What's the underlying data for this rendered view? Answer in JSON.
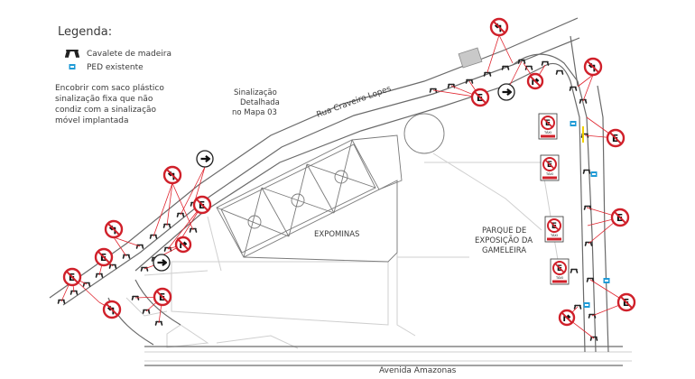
{
  "legend": {
    "title": "Legenda:",
    "items": [
      {
        "label": "Cavalete de madeira",
        "icon": "sawhorse-icon"
      },
      {
        "label": "PED existente",
        "icon": "ped-icon"
      }
    ]
  },
  "note": {
    "lines": [
      "Encobrir com saco plástico",
      "sinalização fixa que não",
      "condiz com a sinalização",
      "móvel implantada"
    ]
  },
  "labels": {
    "sinalizacao": [
      "Sinalização",
      "Detalhada",
      "no Mapa 03"
    ],
    "road_north": "Rua Craveiro Lopes",
    "road_south": "Avenida Amazonas",
    "expominas": "EXPOMINAS",
    "parque": [
      "PARQUE DE",
      "EXPOSIÇÃO DA",
      "GAMELEIRA"
    ]
  },
  "sign_text": {
    "parking_letter": "E",
    "panel_text": "TÁXI"
  },
  "colors": {
    "sign_red": "#d0202a",
    "callout_red": "#e0242e",
    "ped_blue": "#1e9ad6",
    "road_line": "#6a6a6a",
    "grid_line": "#c9c9c9"
  }
}
